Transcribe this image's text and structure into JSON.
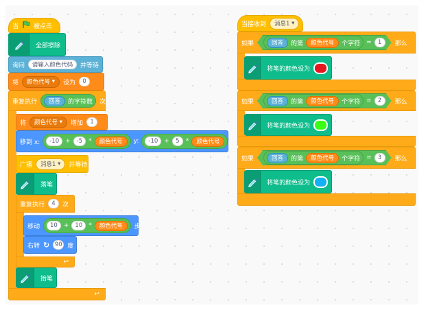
{
  "script1": {
    "hat_when": "当",
    "hat_clicked": "被点击",
    "clear": "全部擦除",
    "ask_label": "询问",
    "ask_text": "请输入颜色代码",
    "ask_wait": "并等待",
    "set_label": "将",
    "var_name": "颜色代号",
    "set_to": "设为",
    "set_value": "0",
    "repeat_label": "重复执行",
    "answer": "回答",
    "length_of": "的字符数",
    "times": "次",
    "change_label": "将",
    "change_by": "增加",
    "change_value": "1",
    "goto_label": "移到 x:",
    "x_a": "-10",
    "x_b": "-5",
    "y_label": "y:",
    "y_a": "-10",
    "y_b": "5",
    "plus": "+",
    "mult": "*",
    "broadcast_label": "广播",
    "message": "消息1",
    "broadcast_wait": "并等待",
    "pen_down": "落笔",
    "repeat2_label": "重复执行",
    "repeat2_count": "4",
    "repeat2_times": "次",
    "move_label": "移动",
    "move_a": "10",
    "move_b": "10",
    "move_steps": "步",
    "turn_label": "右转",
    "turn_value": "90",
    "turn_deg": "度",
    "pen_up": "抬笔"
  },
  "script2": {
    "hat_label": "当接收到",
    "message": "消息1",
    "if_label": "如果",
    "answer": "回答",
    "the_nth": "的第",
    "var_name": "颜色代号",
    "chars": "个字符",
    "equals": "=",
    "then": "那么",
    "set_pen_color": "将笔的颜色设为",
    "cond_values": [
      "1",
      "2",
      "3"
    ],
    "colors": [
      "#e5161e",
      "#3aff17",
      "#13b0f5"
    ]
  }
}
